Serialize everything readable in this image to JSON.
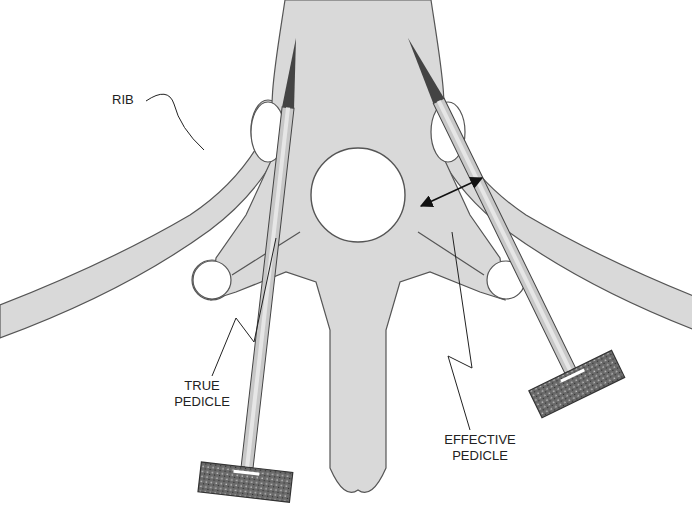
{
  "diagram": {
    "labels": [
      "RIB",
      "TRUE PEDICLE",
      "EFFECTIVE PEDICLE"
    ]
  }
}
